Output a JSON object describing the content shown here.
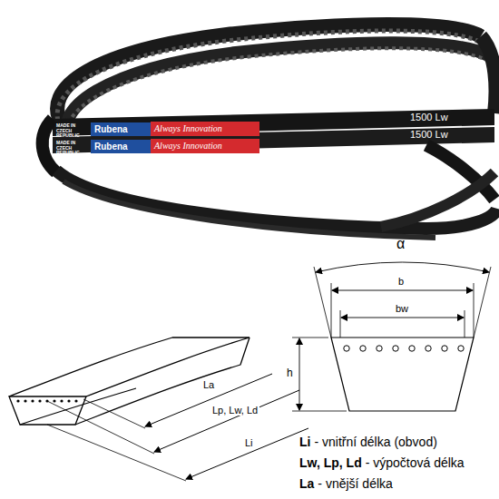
{
  "diagram": {
    "labels": [
      "MADE IN CZECH REPUBLIC",
      "Rubena",
      "Always Innovation",
      "1500 Lw",
      "MADE IN CZECH REPUBLIC",
      "Rubena",
      "Always Innovation",
      "1500 Lw",
      "α",
      "b",
      "bw",
      "h",
      "La",
      "Lp, Lw, Ld",
      "Li",
      "Li",
      "- vnitřní délka (obvod)",
      "Lw, Lp, Ld",
      "- výpočtová délka",
      "La",
      "- vnější délka"
    ]
  }
}
